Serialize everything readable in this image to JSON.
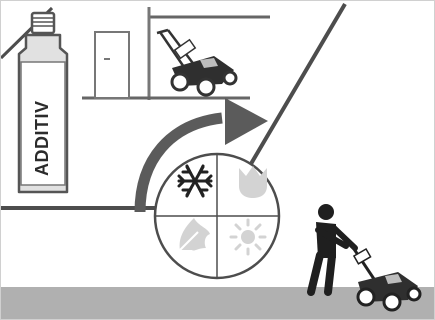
{
  "bottle": {
    "label": "ADDITIV"
  },
  "seasons": [
    "winter-snowflake",
    "spring-tulip",
    "autumn-leaf",
    "summer-sun"
  ],
  "colors": {
    "ink": "#2b2b2b",
    "grey": "#7b7b7b",
    "ground": "#b0b0b0",
    "seasonGrey": "#d3d3d3"
  }
}
